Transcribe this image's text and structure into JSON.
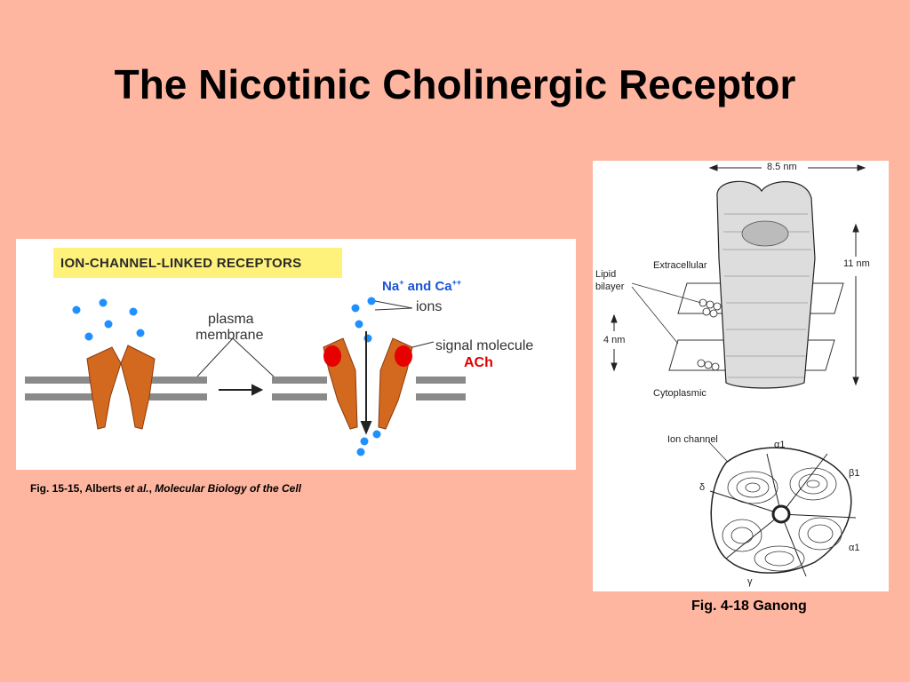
{
  "title": "The Nicotinic Cholinergic Receptor",
  "left_figure": {
    "header": "ION-CHANNEL-LINKED  RECEPTORS",
    "plasma_label_line1": "plasma",
    "plasma_label_line2": "membrane",
    "ions_text": "ions",
    "signal_molecule_text": "signal molecule",
    "na_text": "Na",
    "na_charge": "+",
    "and_ca_text": " and Ca",
    "ca_charge": "++",
    "ach_text": "ACh"
  },
  "left_caption": {
    "prefix": "Fig. 15-15, Alberts ",
    "etal": "et al.",
    "comma": ", ",
    "book": "Molecular Biology of the Cell"
  },
  "right_figure": {
    "width_label": "8.5 nm",
    "height_label": "11 nm",
    "depth_label": "4 nm",
    "lipid_label_line1": "Lipid",
    "lipid_label_line2": "bilayer",
    "extracellular": "Extracellular",
    "cytoplasmic": "Cytoplasmic",
    "ion_channel": "Ion channel",
    "alpha1_top": "α1",
    "beta1": "β1",
    "delta": "δ",
    "alpha1_bottom": "α1",
    "gamma": "γ"
  },
  "right_caption": "Fig. 4-18 Ganong",
  "colors": {
    "background": "#FFB6A0",
    "receptor": "#D2691E",
    "ligand": "#E60000",
    "ion_dot": "#1E90FF",
    "membrane": "#8A8A8A",
    "highlight": "#FFF27A"
  }
}
